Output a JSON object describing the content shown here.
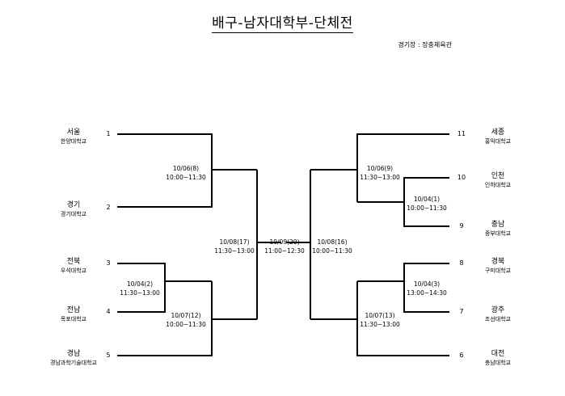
{
  "title": "배구-남자대학부-단체전",
  "venue": "경기장 : 장충체육관",
  "left_teams": [
    {
      "seed": "1",
      "region": "서울",
      "school": "한양대학교"
    },
    {
      "seed": "2",
      "region": "경기",
      "school": "경기대학교"
    },
    {
      "seed": "3",
      "region": "전북",
      "school": "우석대학교"
    },
    {
      "seed": "4",
      "region": "전남",
      "school": "목포대학교"
    },
    {
      "seed": "5",
      "region": "경남",
      "school": "경남과학기술대학교"
    }
  ],
  "right_teams": [
    {
      "seed": "11",
      "region": "세종",
      "school": "홍익대학교"
    },
    {
      "seed": "10",
      "region": "인천",
      "school": "인하대학교"
    },
    {
      "seed": "9",
      "region": "충남",
      "school": "중부대학교"
    },
    {
      "seed": "8",
      "region": "경북",
      "school": "구미대학교"
    },
    {
      "seed": "7",
      "region": "광주",
      "school": "조선대학교"
    },
    {
      "seed": "6",
      "region": "대전",
      "school": "충남대학교"
    }
  ],
  "matches": {
    "l_r1_a": {
      "date": "10/06(8)",
      "time": "10:00~11:30"
    },
    "l_r1_b": {
      "date": "10/04(2)",
      "time": "11:30~13:00"
    },
    "l_r2_b": {
      "date": "10/07(12)",
      "time": "10:00~11:30"
    },
    "l_semi": {
      "date": "10/08(17)",
      "time": "11:30~13:00"
    },
    "final": {
      "date": "10/09(20)",
      "time": "11:00~12:30"
    },
    "r_semi": {
      "date": "10/08(16)",
      "time": "10:00~11:30"
    },
    "r_r2_a": {
      "date": "10/06(9)",
      "time": "11:30~13:00"
    },
    "r_r1_a": {
      "date": "10/04(1)",
      "time": "10:00~11:30"
    },
    "r_r1_b": {
      "date": "10/04(3)",
      "time": "13:00~14:30"
    },
    "r_r2_b": {
      "date": "10/07(13)",
      "time": "11:30~13:00"
    }
  }
}
